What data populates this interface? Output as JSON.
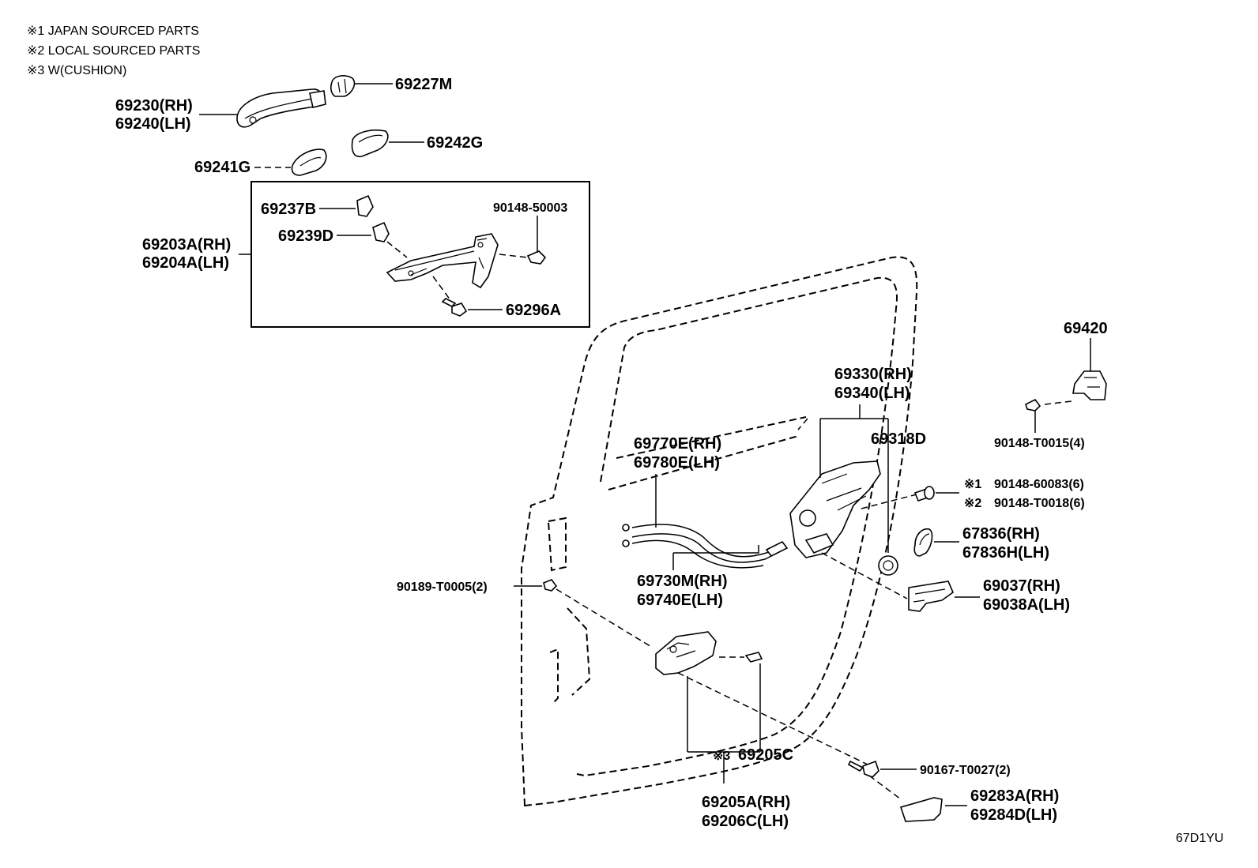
{
  "notes": [
    "※1 JAPAN SOURCED PARTS",
    "※2 LOCAL SOURCED PARTS",
    "※3 W(CUSHION)"
  ],
  "labels": {
    "p69227M": "69227M",
    "p69230": "69230(RH)",
    "p69240": "69240(LH)",
    "p69242G": "69242G",
    "p69241G": "69241G",
    "p69237B": "69237B",
    "p90148_50003": "90148-50003",
    "p69239D": "69239D",
    "p69203A": "69203A(RH)",
    "p69204A": "69204A(LH)",
    "p69296A": "69296A",
    "p69420": "69420",
    "p90148_T0015": "90148-T0015(4)",
    "p69330": "69330(RH)",
    "p69340": "69340(LH)",
    "p69318D": "69318D",
    "p69770E": "69770E(RH)",
    "p69780E": "69780E(LH)",
    "p90148_60083": "90148-60083(6)",
    "p90148_T0018": "90148-T0018(6)",
    "p67836": "67836(RH)",
    "p67836H": "67836H(LH)",
    "p69730M": "69730M(RH)",
    "p69740E": "69740E(LH)",
    "p90189_T0005": "90189-T0005(2)",
    "p69037": "69037(RH)",
    "p69038A": "69038A(LH)",
    "p69205C": "69205C",
    "p90167_T0027": "90167-T0027(2)",
    "p69205A": "69205A(RH)",
    "p69206C": "69206C(LH)",
    "p69283A": "69283A(RH)",
    "p69284D": "69284D(LH)"
  },
  "marks": {
    "m1": "※1",
    "m2": "※2",
    "m3": "※3"
  },
  "diagram_code": "67D1YU"
}
